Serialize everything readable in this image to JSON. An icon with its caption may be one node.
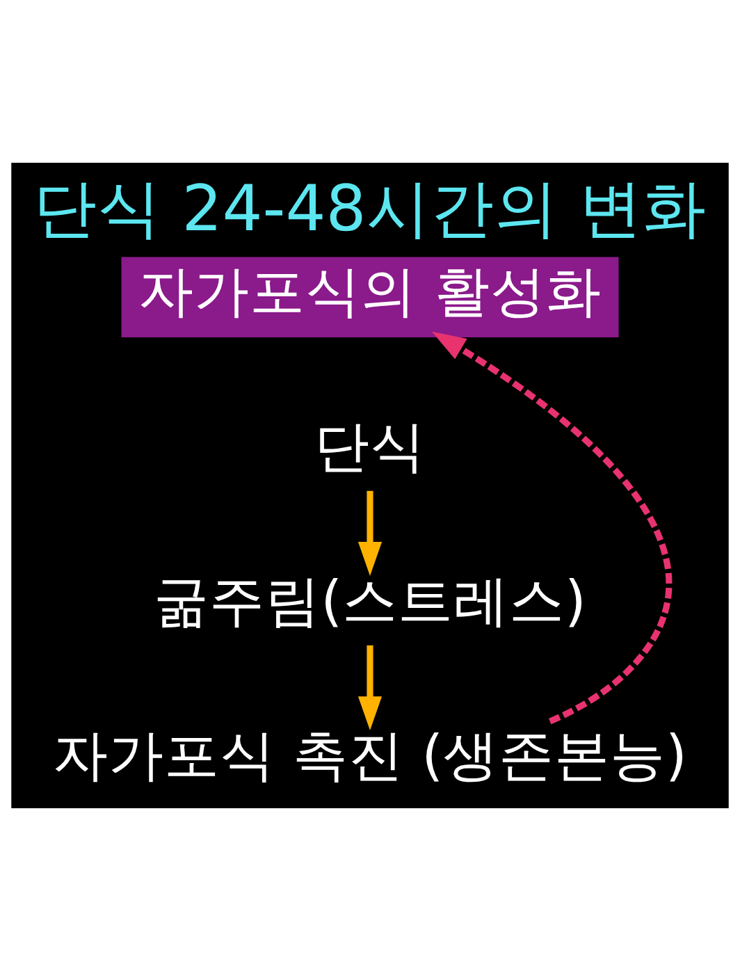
{
  "diagram": {
    "title": "단식 24-48시간의 변화",
    "nodes": [
      {
        "text": [
          "자가포식의 활성화"
        ]
      },
      {
        "text": [
          "단식"
        ]
      },
      {
        "text": [
          "굶주림(스트레스)"
        ]
      },
      {
        "text": [
          "자가포식 촉진 (생존본능)"
        ]
      }
    ],
    "edges": [
      {
        "from": 1,
        "to": 2,
        "arrow": "to"
      },
      {
        "from": 2,
        "to": 3,
        "arrow": "to"
      },
      {
        "from": 3,
        "to": 0,
        "arrow": "to",
        "style": "dashed",
        "color": "#e8336f"
      }
    ]
  }
}
